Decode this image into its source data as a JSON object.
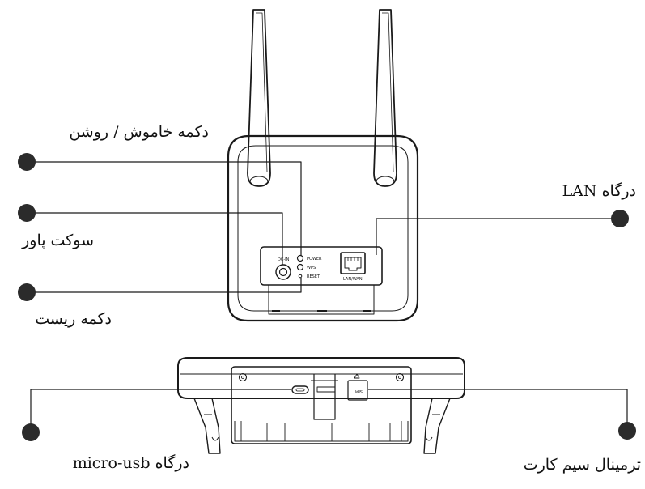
{
  "callouts": {
    "power_button": "دکمه خاموش / روشن",
    "power_socket": "سوکت پاور",
    "reset_button": "دکمه ریست",
    "lan_port": "درگاه LAN",
    "micro_usb_port": "درگاه micro-usb",
    "sim_terminal": "ترمینال سیم کارت"
  },
  "device_markings": {
    "dc_in": "DC-IN",
    "power": "POWER",
    "wps": "WPS",
    "reset": "RESET",
    "lan_wan": "LAN/WAN",
    "sim": "SIM"
  },
  "colors": {
    "line": "#1a1a1a",
    "callout_dot": "#2b2b2b",
    "background": "#ffffff"
  }
}
